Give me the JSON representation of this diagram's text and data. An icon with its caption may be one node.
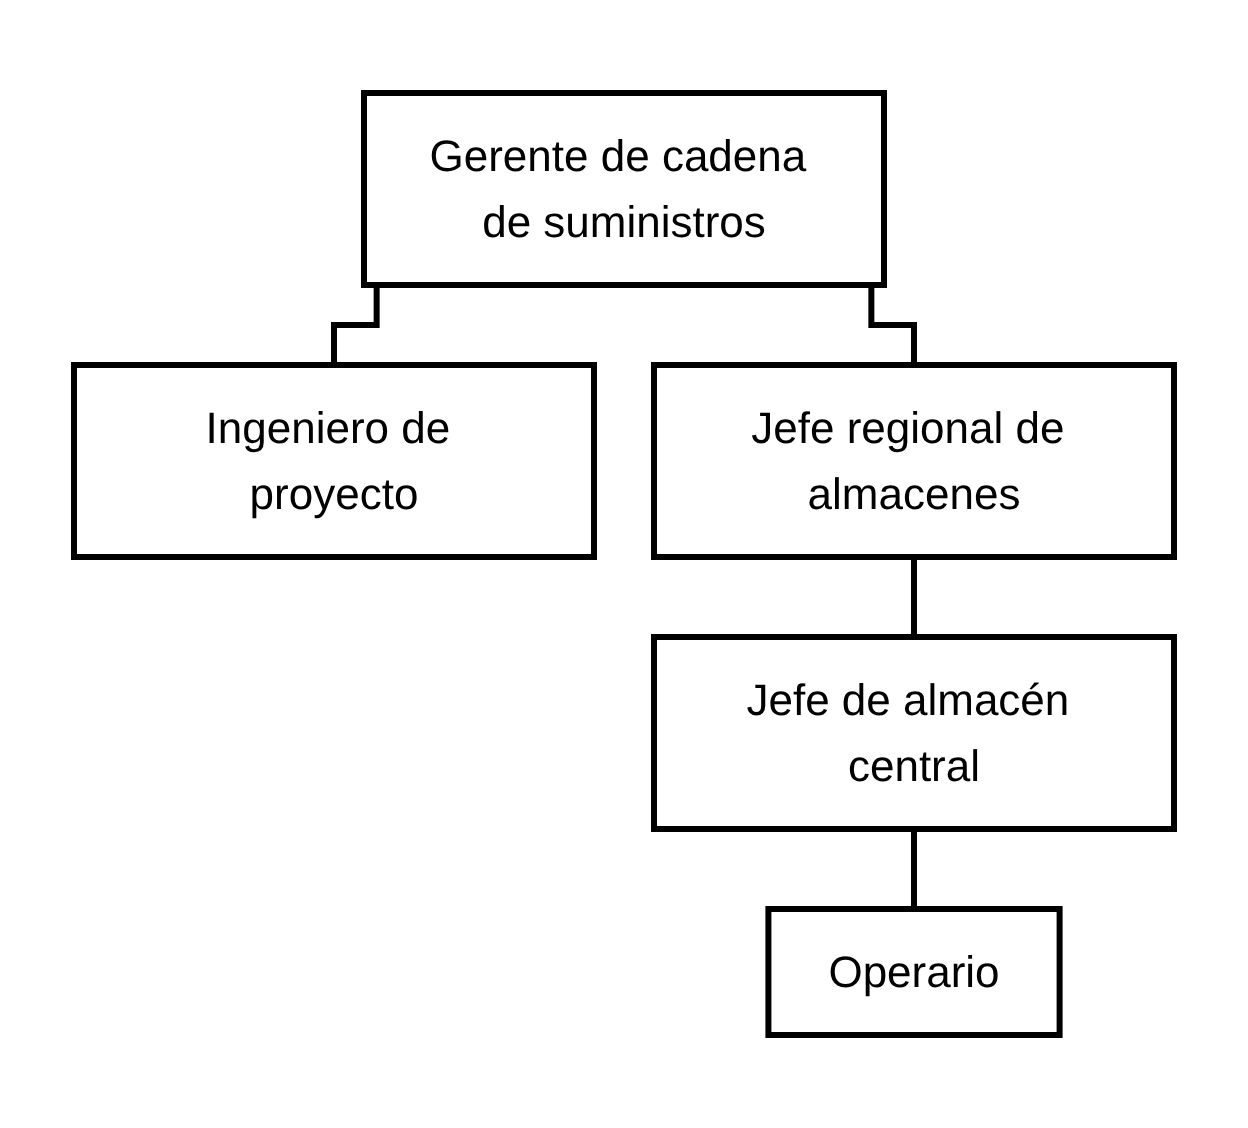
{
  "diagram": {
    "nodes": [
      {
        "text": [
          "Gerente de cadena de suministros"
        ]
      },
      {
        "text": [
          "Ingeniero de proyecto"
        ]
      },
      {
        "text": [
          "Jefe regional de almacenes"
        ]
      },
      {
        "text": [
          "Jefe de almacén central"
        ]
      },
      {
        "text": [
          "Operario"
        ]
      }
    ],
    "edges": [
      {
        "from": 0,
        "to": 1,
        "arrow": "none"
      },
      {
        "from": 0,
        "to": 2,
        "arrow": "none"
      },
      {
        "from": 2,
        "to": 3,
        "arrow": "none"
      },
      {
        "from": 3,
        "to": 4,
        "arrow": "none"
      }
    ]
  }
}
